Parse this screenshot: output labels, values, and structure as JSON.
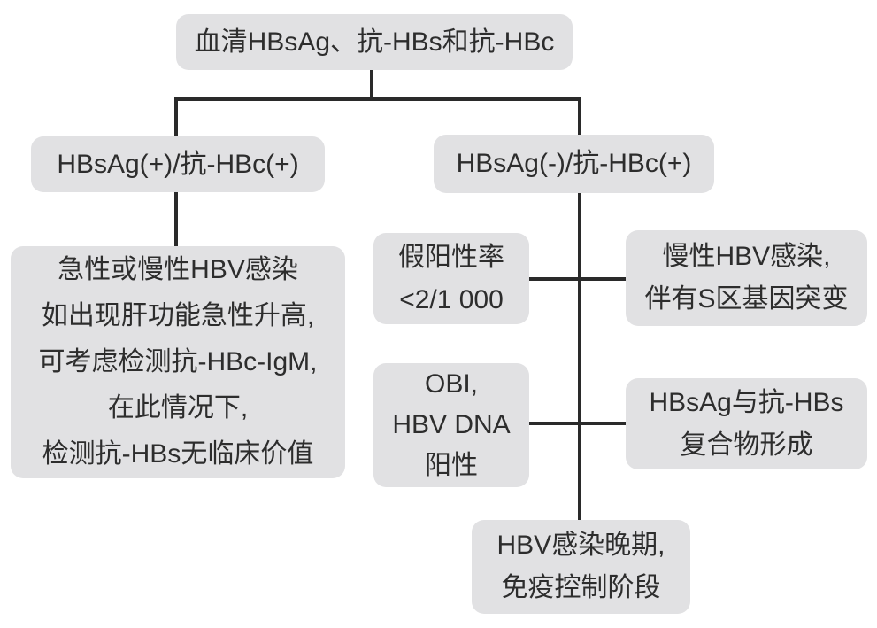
{
  "nodes": {
    "root": {
      "text": "血清HBsAg、抗-HBs和抗-HBc"
    },
    "left_branch": {
      "text": "HBsAg(+)/抗-HBc(+)"
    },
    "right_branch": {
      "text": "HBsAg(-)/抗-HBc(+)"
    },
    "left_detail": {
      "lines": [
        "急性或慢性HBV感染",
        "如出现肝功能急性升高,",
        "可考虑检测抗-HBc-IgM,",
        "在此情况下,",
        "检测抗-HBs无临床价值"
      ]
    },
    "false_positive_rate": {
      "lines": [
        "假阳性率",
        "<2/1 000"
      ]
    },
    "s_gene_mutation": {
      "lines": [
        "慢性HBV感染,",
        "伴有S区基因突变"
      ]
    },
    "obi": {
      "lines": [
        "OBI,",
        "HBV DNA",
        "阳性"
      ]
    },
    "immune_complex": {
      "lines": [
        "HBsAg与抗-HBs",
        "复合物形成"
      ]
    },
    "late_infection": {
      "lines": [
        "HBV感染晚期,",
        "免疫控制阶段"
      ]
    }
  },
  "colors": {
    "box_fill": "#e1e1e3",
    "text": "#2d2d2d",
    "connector": "#2a2a2a",
    "background": "#ffffff"
  }
}
